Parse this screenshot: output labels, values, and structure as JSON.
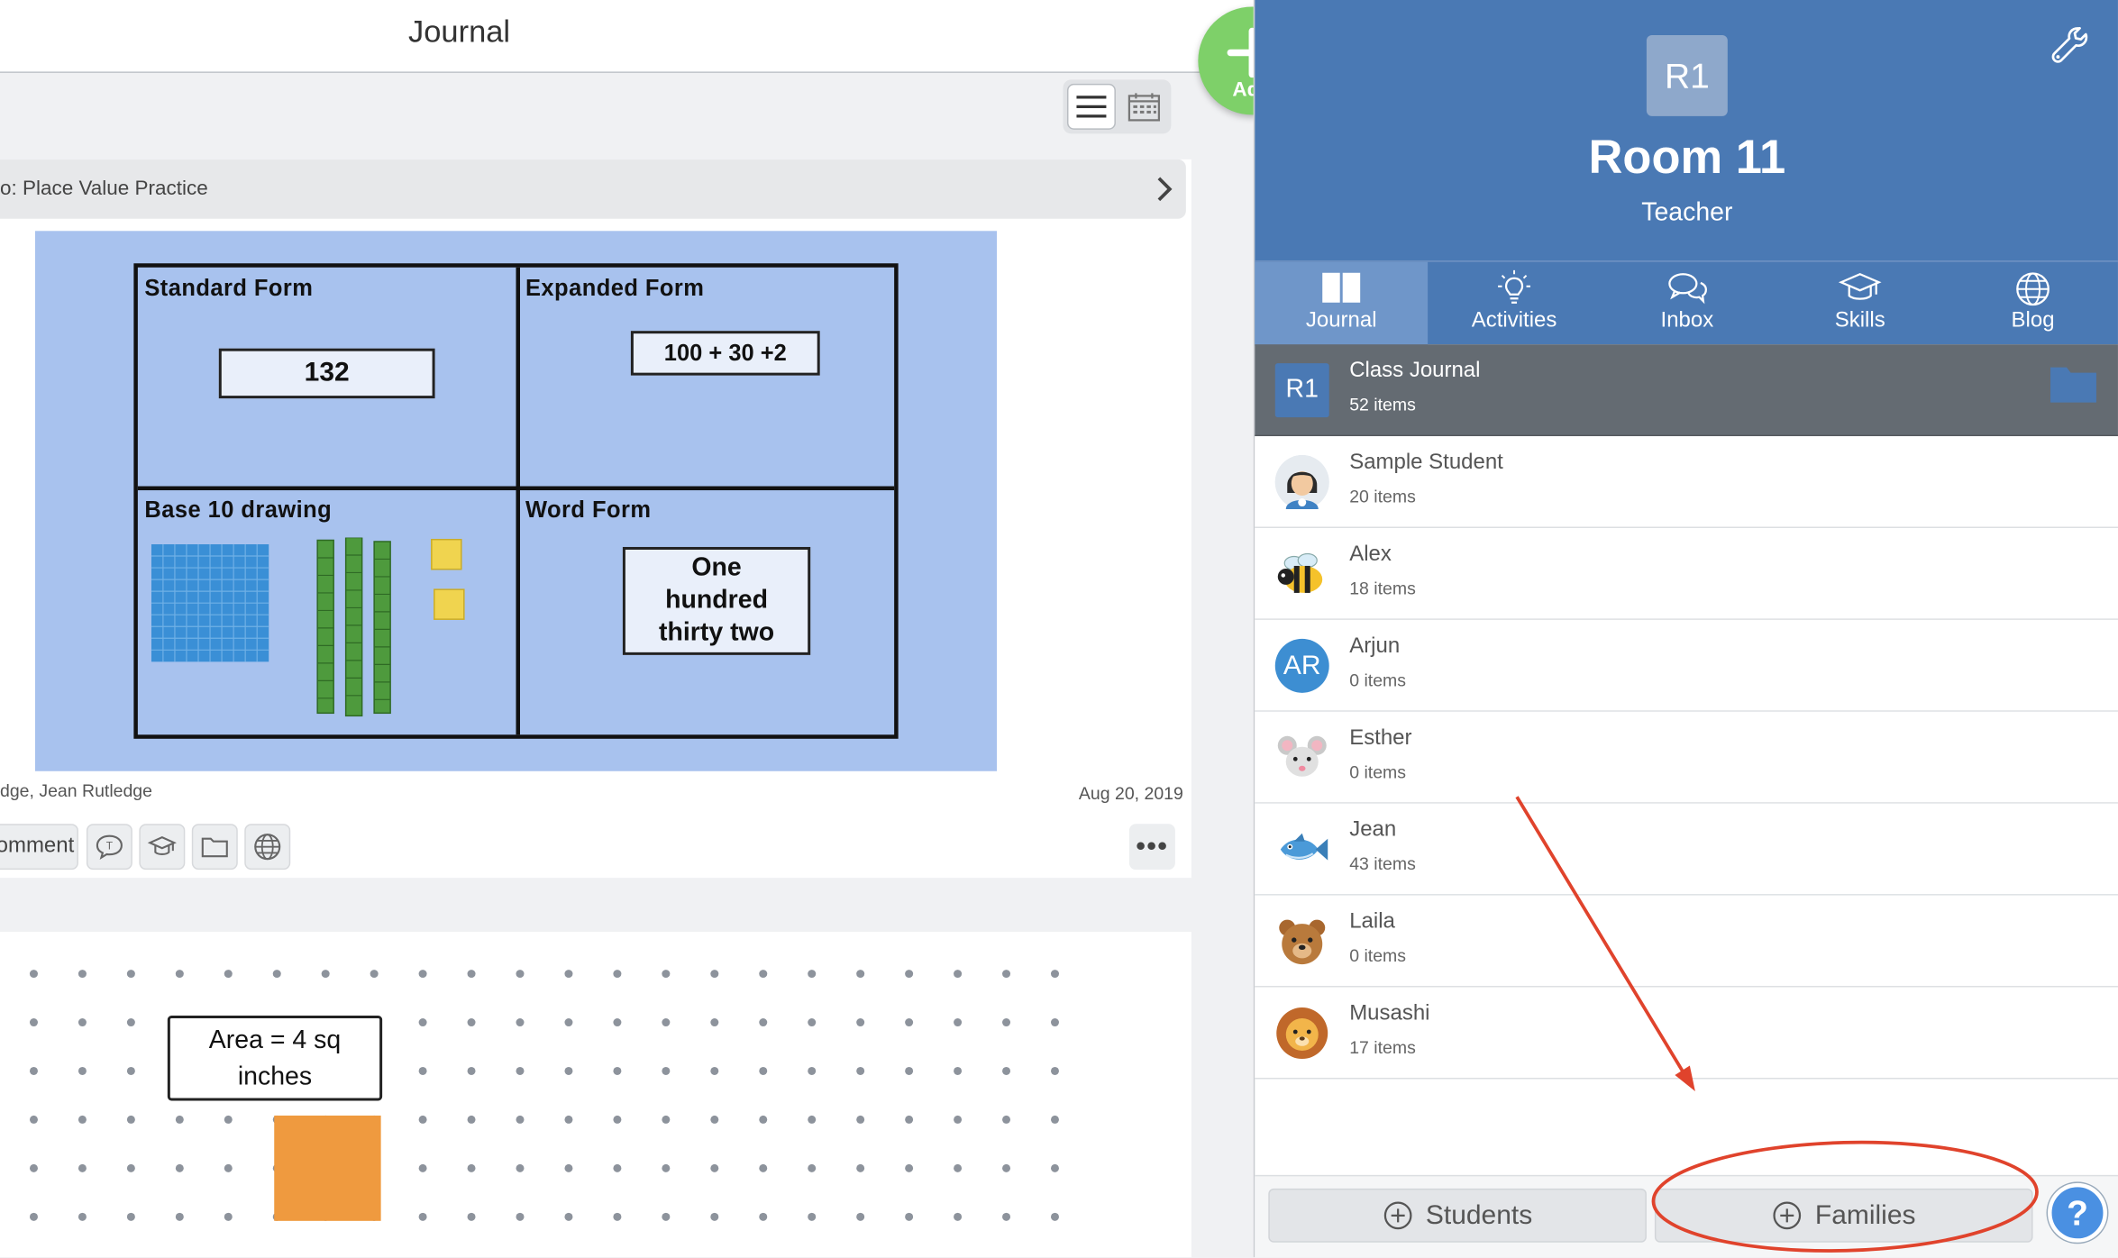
{
  "header": {
    "title": "Journal"
  },
  "entry": {
    "header_text": "o: Place Value Practice",
    "cells": {
      "standard_label": "Standard Form",
      "standard_value": "132",
      "expanded_label": "Expanded Form",
      "expanded_value": "100 + 30 +2",
      "base10_label": "Base 10 drawing",
      "word_label": "Word Form",
      "word_line1": "One",
      "word_line2": "hundred",
      "word_line3": "thirty two"
    },
    "byline": "dge, Jean Rutledge",
    "date": "Aug 20, 2019",
    "comment_label": "omment",
    "more_label": "•••"
  },
  "entry2": {
    "area_line1": "Area = 4 sq",
    "area_line2": "inches"
  },
  "fab": {
    "label": "Add"
  },
  "class": {
    "badge": "R1",
    "name": "Room 11",
    "role": "Teacher"
  },
  "tabs": [
    {
      "label": "Journal",
      "icon": "book-icon",
      "active": true
    },
    {
      "label": "Activities",
      "icon": "lightbulb-icon",
      "active": false
    },
    {
      "label": "Inbox",
      "icon": "chat-bubbles-icon",
      "active": false
    },
    {
      "label": "Skills",
      "icon": "graduation-cap-icon",
      "active": false
    },
    {
      "label": "Blog",
      "icon": "globe-icon",
      "active": false
    }
  ],
  "journal_list": [
    {
      "name": "Class Journal",
      "count": "52 items",
      "avatar": "R1",
      "selected": true
    },
    {
      "name": "Sample Student",
      "count": "20 items",
      "avatar": "student-avatar-icon"
    },
    {
      "name": "Alex",
      "count": "18 items",
      "avatar": "bee-icon"
    },
    {
      "name": "Arjun",
      "count": "0 items",
      "avatar": "AR"
    },
    {
      "name": "Esther",
      "count": "0 items",
      "avatar": "mouse-icon"
    },
    {
      "name": "Jean",
      "count": "43 items",
      "avatar": "fish-icon"
    },
    {
      "name": "Laila",
      "count": "0 items",
      "avatar": "bear-icon"
    },
    {
      "name": "Musashi",
      "count": "17 items",
      "avatar": "lion-icon"
    }
  ],
  "bottom": {
    "students_label": "Students",
    "families_label": "Families"
  },
  "help": {
    "label": "?"
  },
  "colors": {
    "header_blue": "#4a79b4",
    "fab_green": "#7ed069",
    "annotation_red": "#e0432c",
    "orange": "#ef9a3f"
  }
}
